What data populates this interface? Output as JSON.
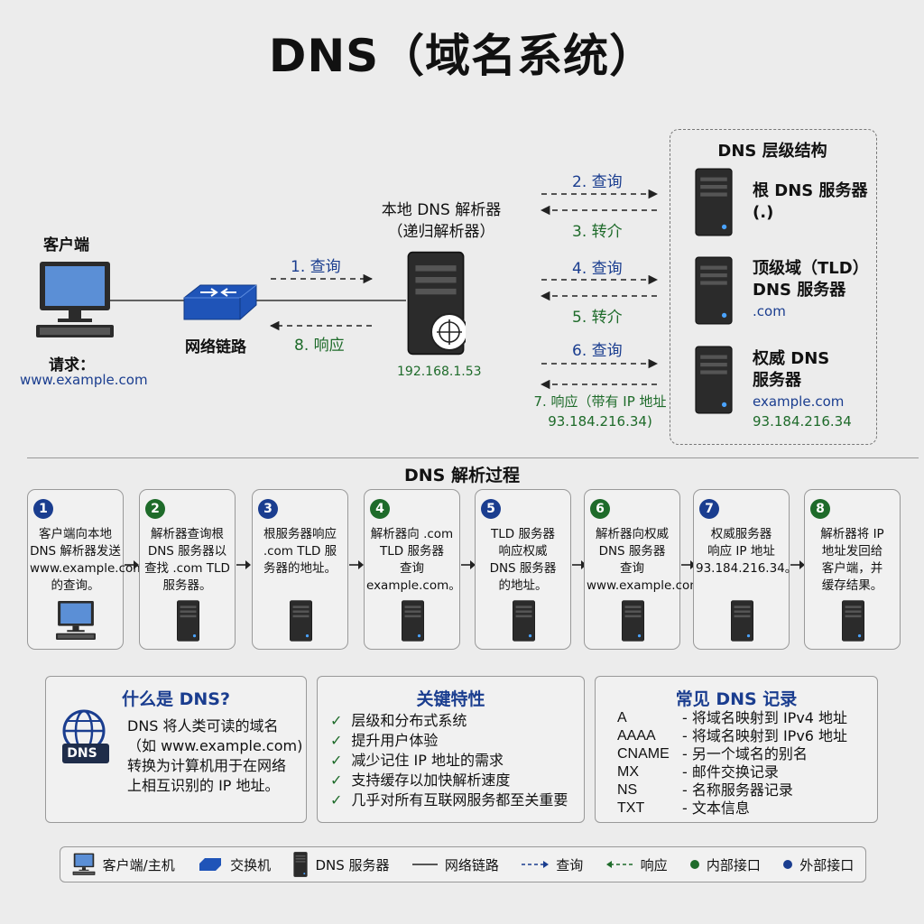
{
  "title": "DNS（域名系统）",
  "client": {
    "label": "客户端",
    "request_label": "请求：",
    "request_url": "www.example.com"
  },
  "switch": {
    "label": "网络链路"
  },
  "local_dns": {
    "line1": "本地 DNS 解析器",
    "line2": "（递归解析器）",
    "ip": "192.168.1.53"
  },
  "arrows": {
    "a1": "1. 查询",
    "a8": "8. 响应",
    "a2": "2. 查询",
    "a3": "3. 转介",
    "a4": "4. 查询",
    "a5": "5. 转介",
    "a6": "6. 查询",
    "a7_line1": "7. 响应（带有 IP 地址",
    "a7_line2": "93.184.216.34)"
  },
  "hierarchy": {
    "title": "DNS 层级结构",
    "root": {
      "line1": "根 DNS 服务器",
      "line2": "(.)"
    },
    "tld": {
      "line1": "顶级域（TLD）",
      "line2": "DNS 服务器",
      "sub": ".com"
    },
    "auth": {
      "line1": "权威 DNS",
      "line2": "服务器",
      "sub1": "example.com",
      "sub2": "93.184.216.34"
    }
  },
  "process": {
    "title": "DNS 解析过程",
    "steps": [
      {
        "num": "1",
        "lines": [
          "客户端向本地",
          "DNS 解析器发送",
          "www.example.com",
          "的查询。"
        ]
      },
      {
        "num": "2",
        "lines": [
          "解析器查询根",
          "DNS 服务器以",
          "查找 .com TLD",
          "服务器。"
        ]
      },
      {
        "num": "3",
        "lines": [
          "根服务器响应",
          ".com TLD 服",
          "务器的地址。"
        ]
      },
      {
        "num": "4",
        "lines": [
          "解析器向 .com",
          "TLD 服务器",
          "查询",
          "example.com。"
        ]
      },
      {
        "num": "5",
        "lines": [
          "TLD 服务器",
          "响应权威",
          "DNS 服务器",
          "的地址。"
        ]
      },
      {
        "num": "6",
        "lines": [
          "解析器向权威",
          "DNS 服务器",
          "查询",
          "www.example.com。"
        ]
      },
      {
        "num": "7",
        "lines": [
          "权威服务器",
          "响应 IP 地址",
          "93.184.216.34。"
        ]
      },
      {
        "num": "8",
        "lines": [
          "解析器将 IP",
          "地址发回给",
          "客户端，并",
          "缓存结果。"
        ]
      }
    ]
  },
  "what_is": {
    "title": "什么是 DNS?",
    "icon_text": "DNS",
    "lines": [
      "DNS 将人类可读的域名",
      "（如 www.example.com)",
      "转换为计算机用于在网络",
      "上相互识别的 IP 地址。"
    ]
  },
  "features": {
    "title": "关键特性",
    "items": [
      "层级和分布式系统",
      "提升用户体验",
      "减少记住 IP 地址的需求",
      "支持缓存以加快解析速度",
      "几乎对所有互联网服务都至关重要"
    ]
  },
  "records": {
    "title": "常见 DNS 记录",
    "items": [
      {
        "type": "A",
        "desc": "- 将域名映射到 IPv4 地址"
      },
      {
        "type": "AAAA",
        "desc": "- 将域名映射到 IPv6 地址"
      },
      {
        "type": "CNAME",
        "desc": "- 另一个域名的别名"
      },
      {
        "type": "MX",
        "desc": "- 邮件交换记录"
      },
      {
        "type": "NS",
        "desc": "- 名称服务器记录"
      },
      {
        "type": "TXT",
        "desc": "- 文本信息"
      }
    ]
  },
  "legend": {
    "client": "客户端/主机",
    "switch": "交换机",
    "server": "DNS 服务器",
    "link": "网络链路",
    "query": "查询",
    "response": "响应",
    "internal": "内部接口",
    "external": "外部接口"
  },
  "colors": {
    "blue": "#1a3d8f",
    "green": "#1e6b2a",
    "server": "#2b2b2b"
  }
}
